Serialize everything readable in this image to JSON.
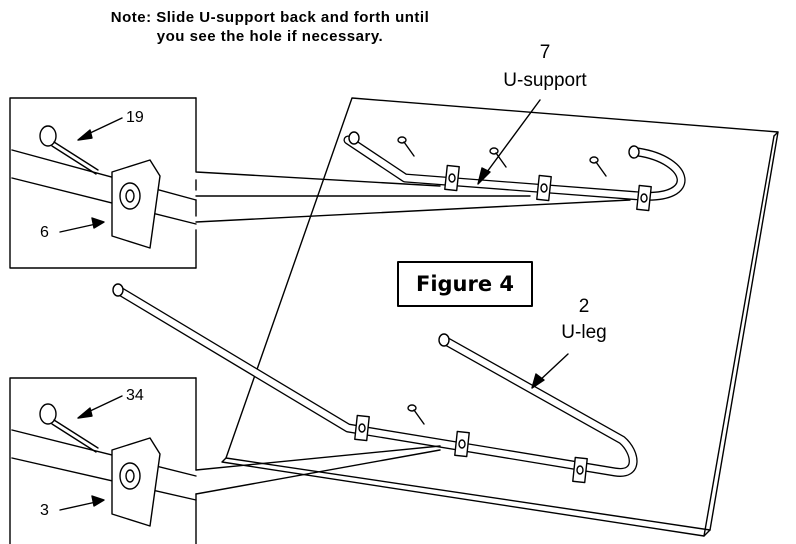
{
  "note": {
    "line1": "Note: Slide U-support back and forth until",
    "line2": "you see the hole  if necessary."
  },
  "figure_label": "Figure 4",
  "parts": {
    "u_support": {
      "number": "7",
      "name": "U-support"
    },
    "u_leg": {
      "number": "2",
      "name": "U-leg"
    },
    "screw_top": "19",
    "clip_top": "6",
    "screw_bottom": "34",
    "clip_bottom": "3"
  }
}
